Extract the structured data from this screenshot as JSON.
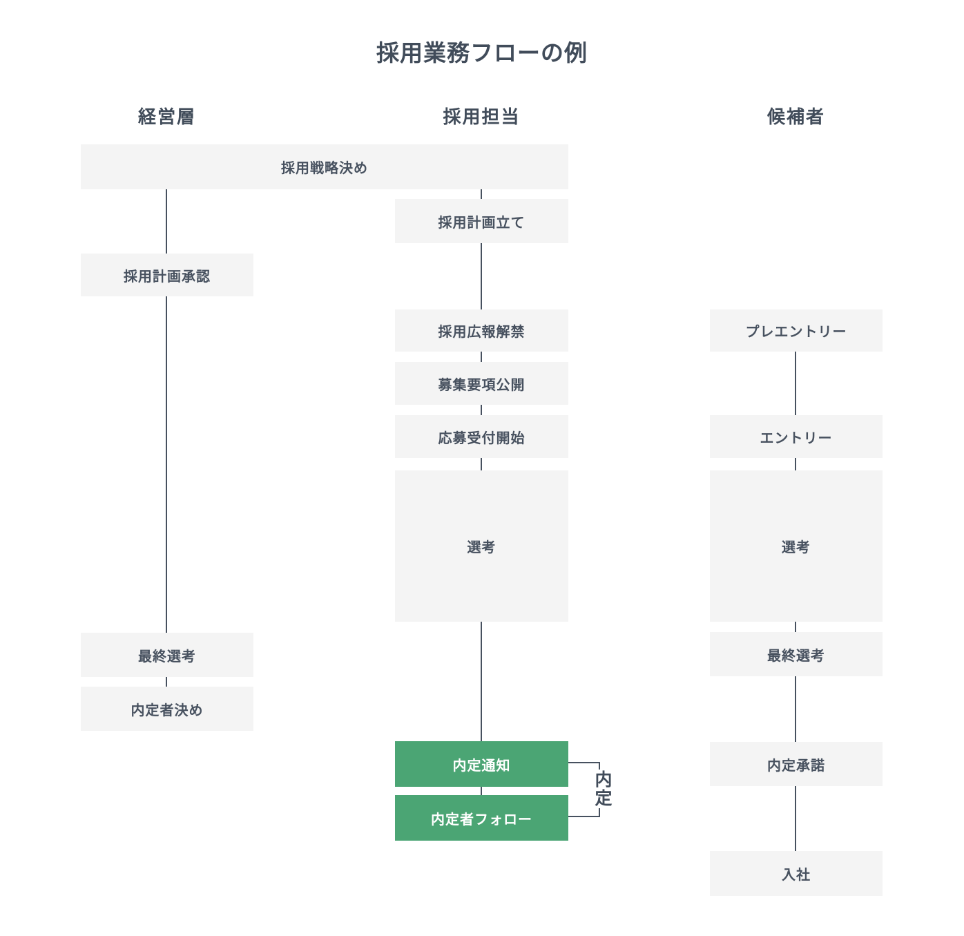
{
  "title": "採用業務フローの例",
  "columns": {
    "management": {
      "label": "経営層"
    },
    "recruiter": {
      "label": "採用担当"
    },
    "candidate": {
      "label": "候補者"
    }
  },
  "nodes": {
    "strategy": {
      "label": "採用戦略決め"
    },
    "plan_make": {
      "label": "採用計画立て"
    },
    "plan_approve": {
      "label": "採用計画承認"
    },
    "pr_open": {
      "label": "採用広報解禁"
    },
    "guidelines_publish": {
      "label": "募集要項公開"
    },
    "application_start": {
      "label": "応募受付開始"
    },
    "screening_recruiter": {
      "label": "選考"
    },
    "pre_entry": {
      "label": "プレエントリー"
    },
    "entry": {
      "label": "エントリー"
    },
    "screening_candidate": {
      "label": "選考"
    },
    "final_screening_mgmt": {
      "label": "最終選考"
    },
    "offeree_decision": {
      "label": "内定者決め"
    },
    "final_screening_candidate": {
      "label": "最終選考"
    },
    "offer_notice": {
      "label": "内定通知"
    },
    "offer_acceptance": {
      "label": "内定承諾"
    },
    "offeree_follow": {
      "label": "内定者フォロー"
    },
    "joining": {
      "label": "入社"
    }
  },
  "annotations": {
    "offer_bracket": {
      "label": "内定"
    }
  },
  "colors": {
    "background": "#ffffff",
    "box_bg": "#f4f4f4",
    "accent_green": "#4ba574",
    "text": "#47515f",
    "line": "#47515f",
    "green_box_text": "#ffffff"
  }
}
